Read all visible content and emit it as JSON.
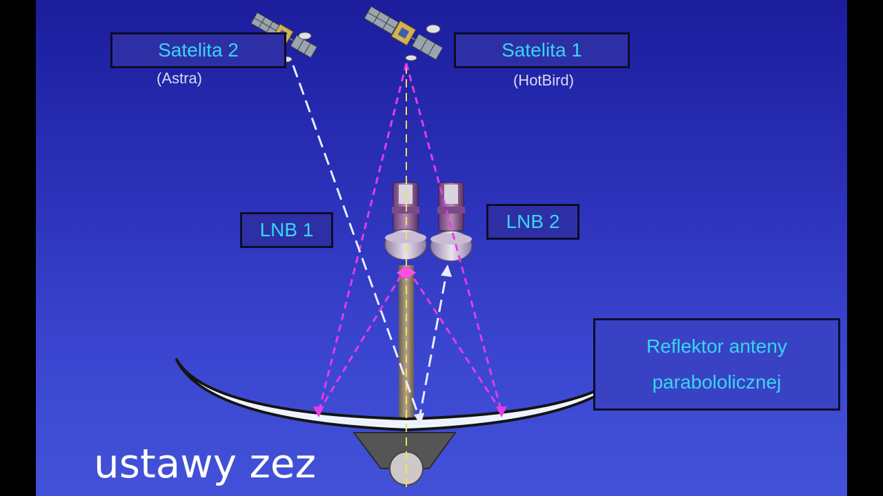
{
  "labels": {
    "sat2": "Satelita 2",
    "sat2_sub": "(Astra)",
    "sat1": "Satelita 1",
    "sat1_sub": "(HotBird)",
    "lnb1": "LNB 1",
    "lnb2": "LNB 2",
    "reflector_line1": "Reflektor anteny",
    "reflector_line2": "parabololicznej"
  },
  "caption": "ustawy zez",
  "colors": {
    "background": "#2a2fb6",
    "label_text": "#37d6f2",
    "beam_sat1": "#e23de6",
    "beam_sat2": "#e9ecff",
    "axis": "#f5e24a"
  }
}
